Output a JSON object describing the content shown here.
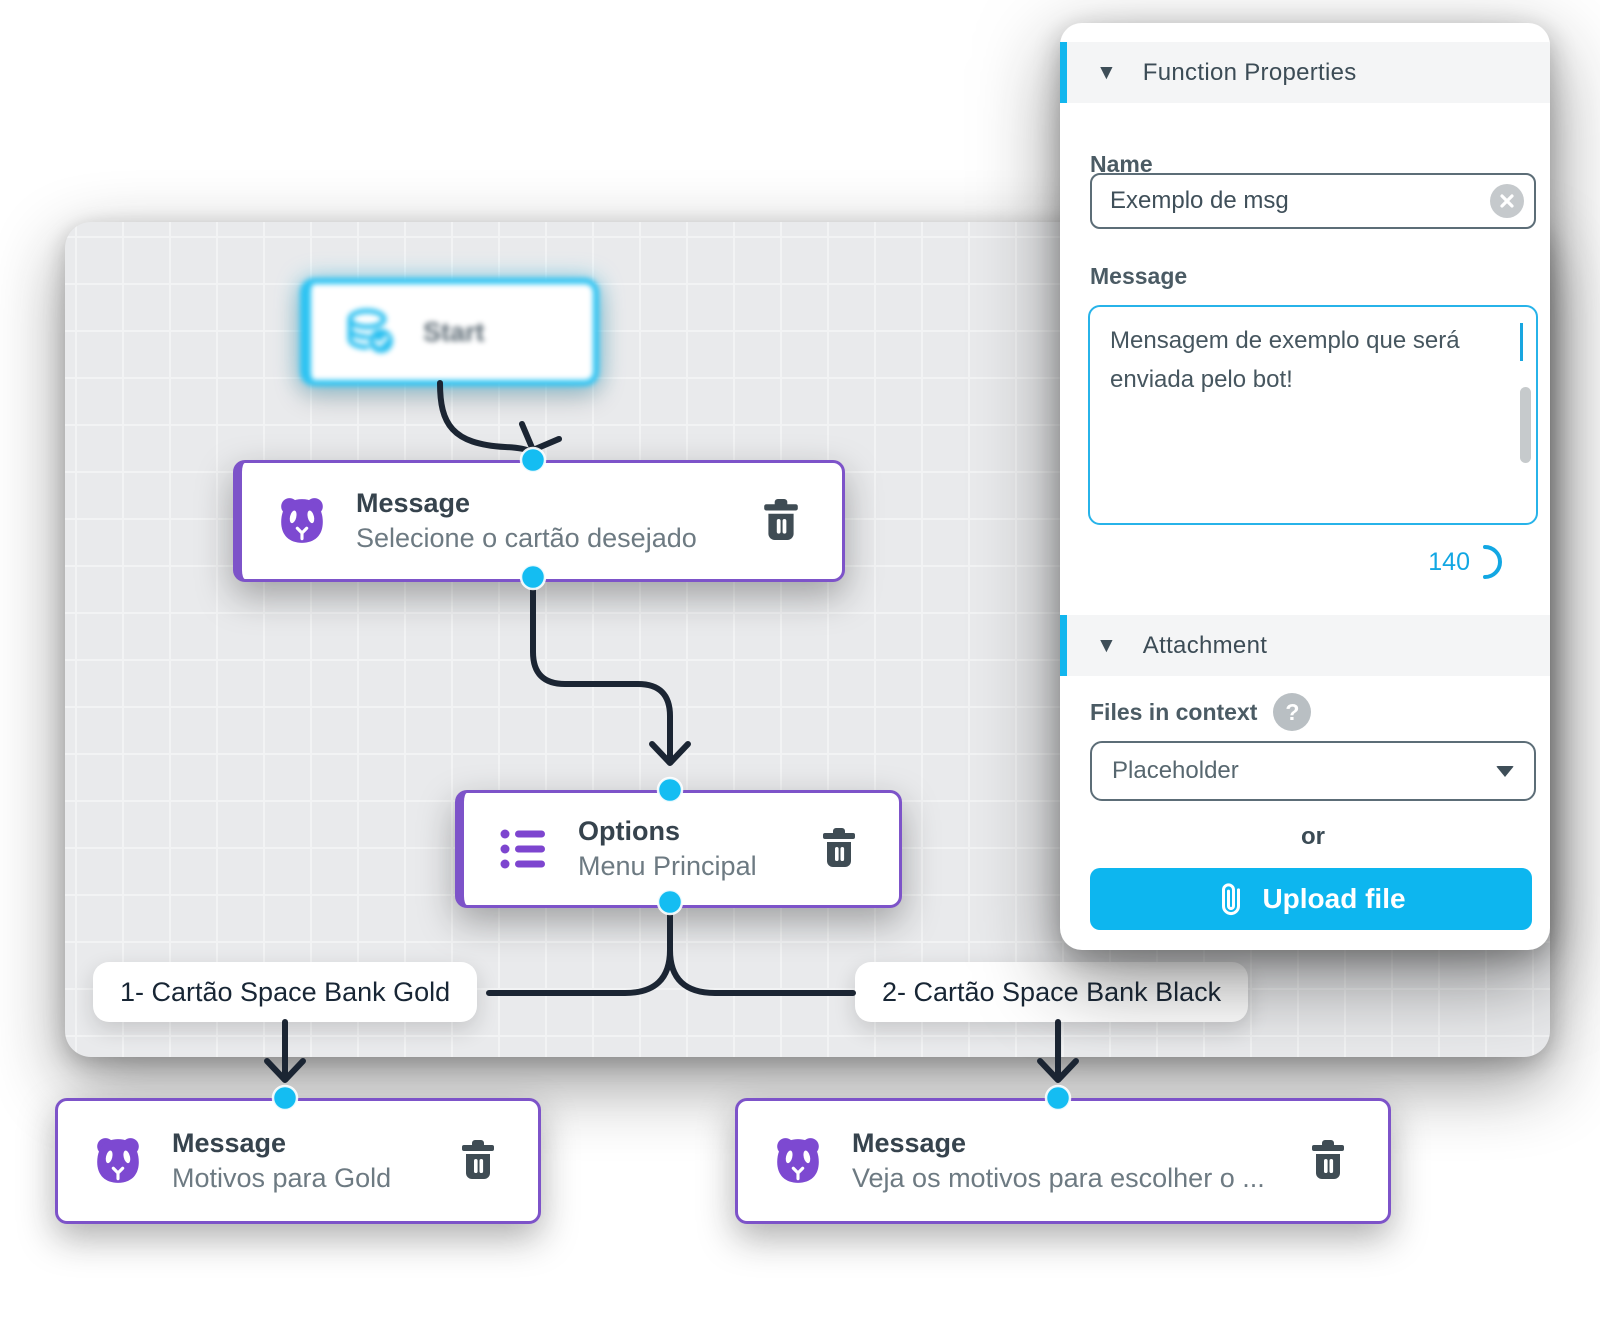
{
  "panel": {
    "properties_title": "Function Properties",
    "attachment_title": "Attachment",
    "name_label": "Name",
    "name_value": "Exemplo de msg",
    "message_label": "Message",
    "message_value": "Mensagem de exemplo que será enviada pelo bot!",
    "char_count": "140",
    "files_label": "Files in context",
    "help_glyph": "?",
    "files_placeholder": "Placeholder",
    "or_label": "or",
    "upload_label": "Upload file",
    "caret_glyph": "▼"
  },
  "flow": {
    "start": {
      "title": "Start"
    },
    "message1": {
      "title": "Message",
      "subtitle": "Selecione o cartão desejado"
    },
    "options": {
      "title": "Options",
      "subtitle": "Menu Principal"
    },
    "branch1": {
      "label": "1- Cartão Space Bank Gold"
    },
    "branch2": {
      "label": "2- Cartão Space Bank Black"
    },
    "message2": {
      "title": "Message",
      "subtitle": "Motivos para Gold"
    },
    "message3": {
      "title": "Message",
      "subtitle": "Veja os motivos para escolher o ..."
    }
  },
  "colors": {
    "accent_cyan": "#12b6ee",
    "node_purple": "#7d53c9",
    "wire_navy": "#1b2533",
    "canvas_gray": "#e9eaec"
  }
}
